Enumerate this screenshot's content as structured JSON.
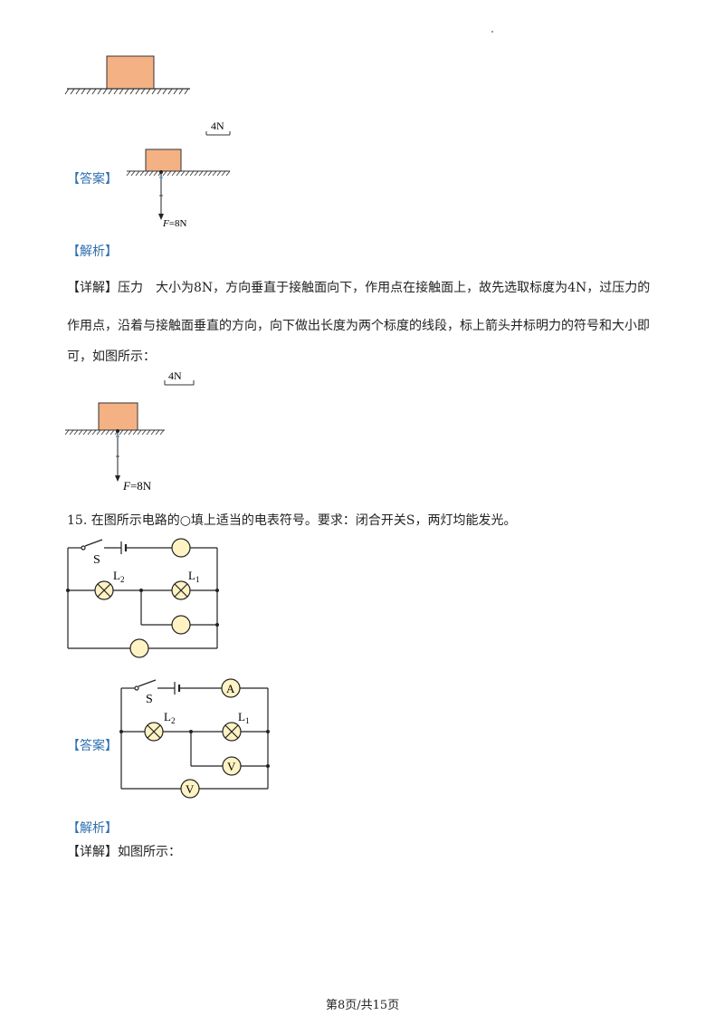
{
  "figures": {
    "scale_label": "4N",
    "force_label_italic": "F",
    "force_label_rest": "=8N",
    "switch_label": "S",
    "lamp2_label": "L",
    "lamp2_sub": "2",
    "lamp1_label": "L",
    "lamp1_sub": "1",
    "ammeter_symbol": "A",
    "voltmeter_symbol": "V"
  },
  "q14": {
    "answer_label": "【答案】",
    "analysis_label": "【解析】",
    "detail_line1": "【详解】压力　大小为8N，方向垂直于接触面向下，作用点在接触面上，故先选取标度为4N，过压力的",
    "detail_line2": "作用点，沿着与接触面垂直的方向，向下做出长度为两个标度的线段，标上箭头并标明力的符号和大小即",
    "detail_line3": "可，如图所示："
  },
  "q15": {
    "question": "15. 在图所示电路的○填上适当的电表符号。要求：闭合开关S，两灯均能发光。",
    "answer_label": "【答案】",
    "analysis_label": "【解析】",
    "detail": "【详解】如图所示："
  },
  "footer": {
    "page": "第8页/共15页"
  },
  "colors": {
    "block_fill": "#f4b183",
    "meter_fill": "#fff3c4",
    "label_blue": "#2f6fb0"
  }
}
